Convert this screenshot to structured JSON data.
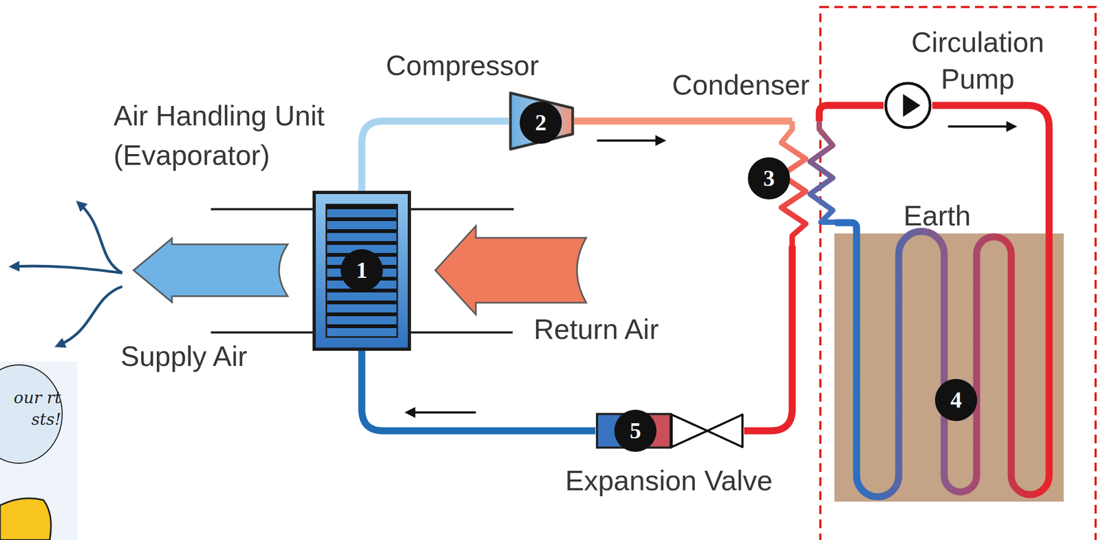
{
  "diagram": {
    "nodes": [
      {
        "text": [
          "Air Handling Unit (Evaporator)",
          "1"
        ]
      },
      {
        "text": [
          "Compressor",
          "2"
        ]
      },
      {
        "text": [
          "Condenser",
          "3"
        ]
      },
      {
        "text": [
          "Circulation Pump"
        ]
      },
      {
        "text": [
          "Earth",
          "4"
        ]
      },
      {
        "text": [
          "Expansion Valve",
          "5"
        ]
      }
    ],
    "edges": [
      {
        "from": 0,
        "to": 1,
        "arrow": "none"
      },
      {
        "from": 1,
        "to": 2,
        "arrow": "none"
      },
      {
        "from": 2,
        "to": 5,
        "arrow": "none"
      },
      {
        "from": 5,
        "to": 0,
        "arrow": "none"
      },
      {
        "from": 2,
        "to": 3,
        "arrow": "none"
      },
      {
        "from": 3,
        "to": 4,
        "arrow": "none"
      },
      {
        "from": 4,
        "to": 2,
        "arrow": "none"
      }
    ],
    "labels": [
      "Return Air",
      "Supply Air",
      "our rt sts!"
    ]
  }
}
